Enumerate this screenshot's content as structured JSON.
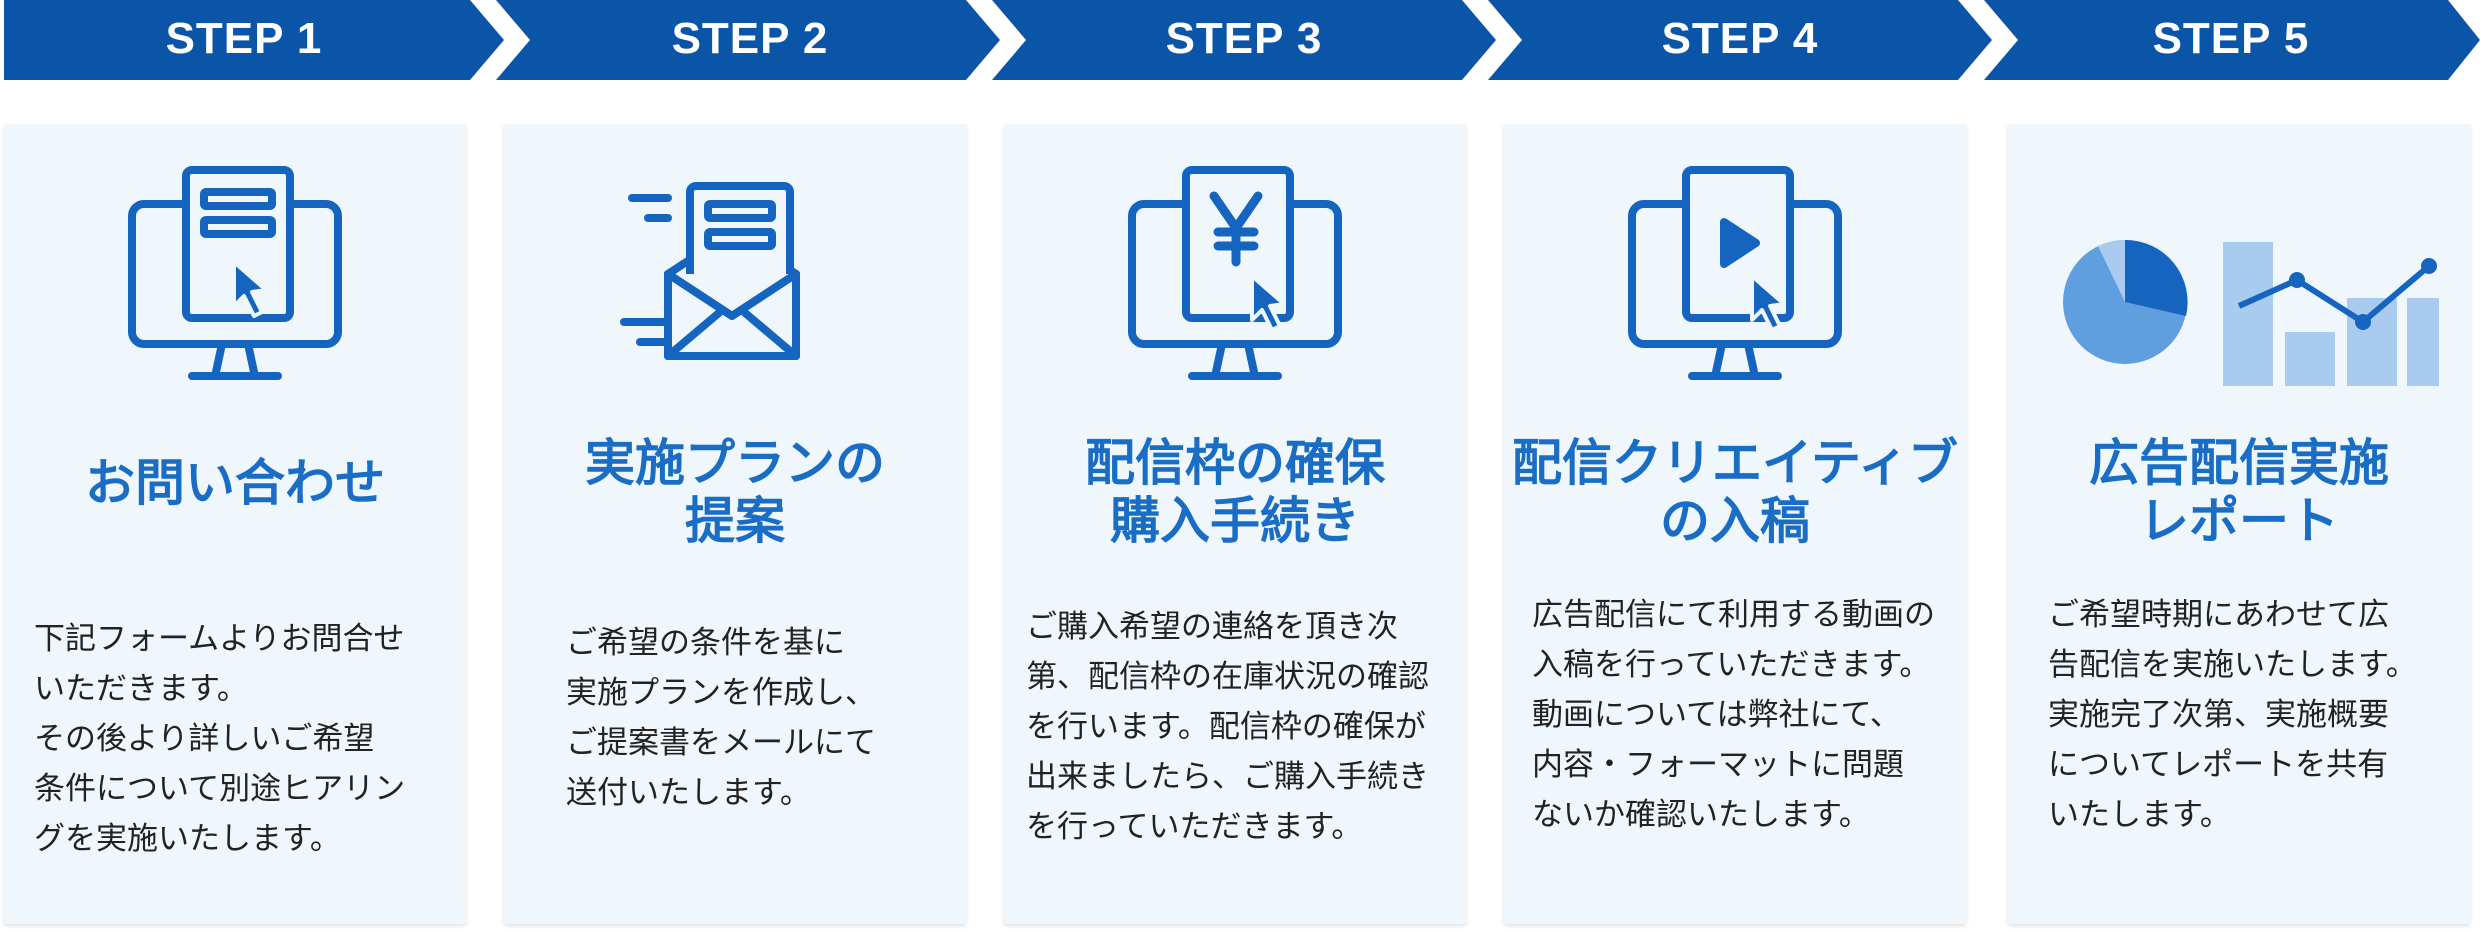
{
  "colors": {
    "banner": "#0a55a8",
    "title": "#1a6dc4",
    "icon": "#1565c0",
    "card": "#f0f7fc",
    "chart_light": "#a9cbef",
    "chart_mid": "#5f9fe0"
  },
  "steps": [
    {
      "label": "STEP 1",
      "icon": "monitor-form-cursor-icon",
      "title": "お問い合わせ",
      "desc": "下記フォームよりお問合せ\nいただきます。\nその後より詳しいご希望\n条件について別途ヒアリン\nグを実施いたします。"
    },
    {
      "label": "STEP 2",
      "icon": "envelope-send-icon",
      "title": "実施プランの\n提案",
      "desc": "ご希望の条件を基に\n実施プランを作成し、\nご提案書をメールにて\n送付いたします。"
    },
    {
      "label": "STEP 3",
      "icon": "monitor-yen-cursor-icon",
      "title": "配信枠の確保\n購入手続き",
      "desc": "ご購入希望の連絡を頂き次\n第、配信枠の在庫状況の確認\nを行います。配信枠の確保が\n出来ましたら、ご購入手続き\nを行っていただきます。"
    },
    {
      "label": "STEP 4",
      "icon": "monitor-play-cursor-icon",
      "title": "配信クリエイティブ\nの入稿",
      "desc": "広告配信にて利用する動画の\n入稿を行っていただきます。\n動画については弊社にて、\n内容・フォーマットに問題\nないか確認いたします。"
    },
    {
      "label": "STEP 5",
      "icon": "report-charts-icon",
      "title": "広告配信実施\nレポート",
      "desc": "ご希望時期にあわせて広\n告配信を実施いたします。\n実施完了次第、実施概要\nについてレポートを共有\nいたします。"
    }
  ]
}
